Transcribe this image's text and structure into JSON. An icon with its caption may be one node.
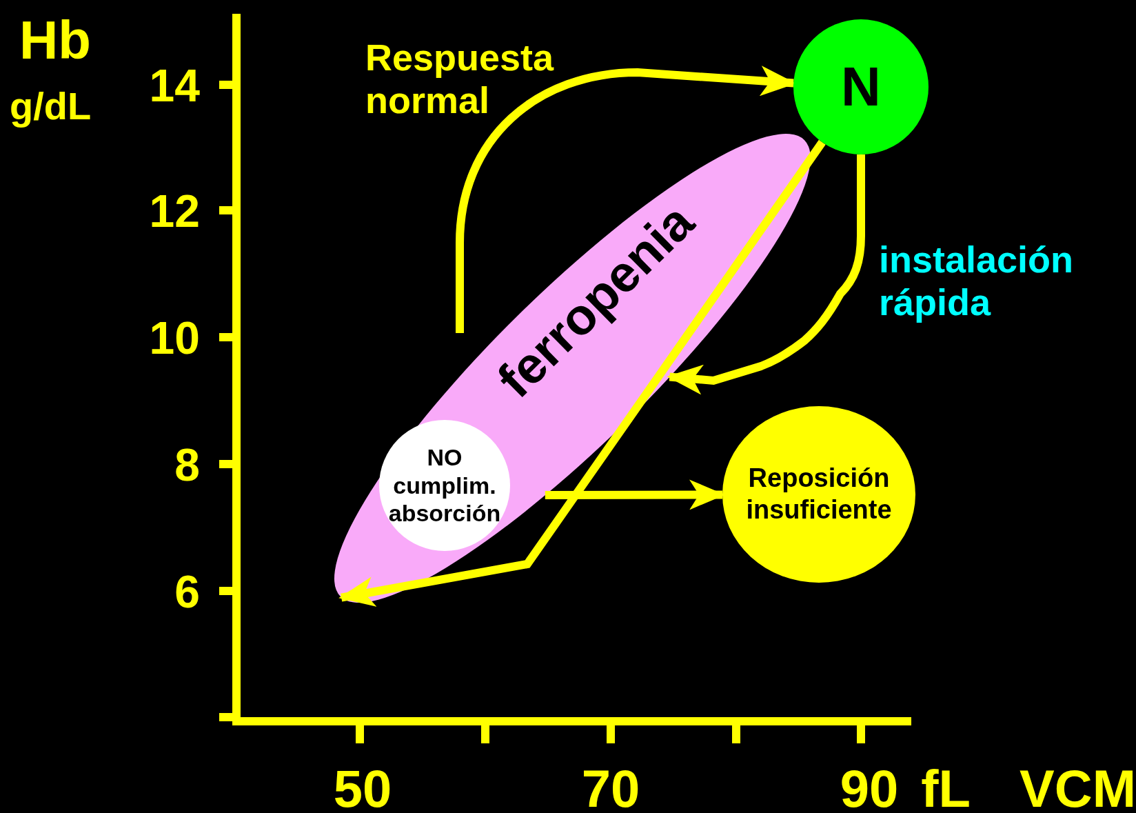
{
  "diagram": {
    "nodes": [
      {
        "text": [
          "ferropenia"
        ]
      },
      {
        "text": [
          "N"
        ]
      },
      {
        "text": [
          "NO cumplim. absorción"
        ],
        "in": 0
      },
      {
        "text": [
          "Reposición insuficiente"
        ]
      }
    ],
    "edges": [
      {
        "from": null,
        "to": 1,
        "arrow": "to",
        "label": "Respuesta normal"
      },
      {
        "from": 1,
        "to": 0,
        "arrow": "to"
      },
      {
        "from": 1,
        "to": 0,
        "arrow": "to",
        "label": "instalación rápida"
      },
      {
        "from": 0,
        "to": 3,
        "arrow": "to"
      }
    ],
    "labels": [
      "Hb",
      "g/dL",
      "14",
      "12",
      "10",
      "8",
      "6",
      "50",
      "70",
      "90",
      "fL",
      "VCM"
    ]
  }
}
